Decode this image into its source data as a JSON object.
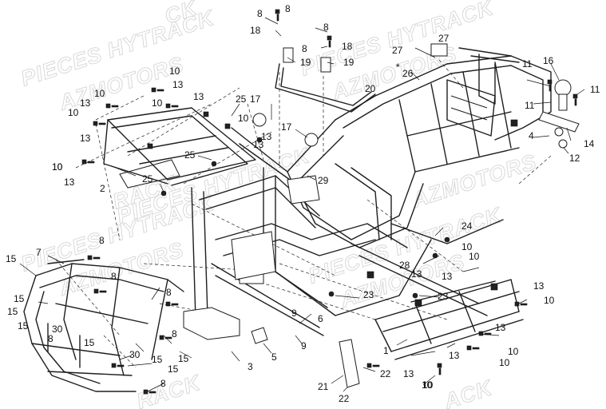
{
  "watermarks": [
    {
      "text": "PIECES HYTRACK"
    },
    {
      "text": "AZMOTORS"
    },
    {
      "text": "PIECES HYTRACK"
    },
    {
      "text": "AZMOTORS"
    },
    {
      "text": "PIECES HYTRACK"
    },
    {
      "text": "AZMOTORS"
    },
    {
      "text": "PIECES HYTRACK"
    },
    {
      "text": "AZMOTORS"
    },
    {
      "text": "PIECES HYTRACK"
    },
    {
      "text": "AZMOTORS"
    },
    {
      "text": "RACK"
    },
    {
      "text": "RACK"
    },
    {
      "text": "CK"
    },
    {
      "text": "ACK"
    }
  ],
  "callouts": [
    {
      "text": "8"
    },
    {
      "text": "8"
    },
    {
      "text": "18"
    },
    {
      "text": "8"
    },
    {
      "text": "8"
    },
    {
      "text": "18"
    },
    {
      "text": "19"
    },
    {
      "text": "19"
    },
    {
      "text": "27"
    },
    {
      "text": "27"
    },
    {
      "text": "*"
    },
    {
      "text": "26"
    },
    {
      "text": "16"
    },
    {
      "text": "11"
    },
    {
      "text": "11"
    },
    {
      "text": "11"
    },
    {
      "text": "10"
    },
    {
      "text": "13"
    },
    {
      "text": "10"
    },
    {
      "text": "13"
    },
    {
      "text": "13"
    },
    {
      "text": "10"
    },
    {
      "text": "10"
    },
    {
      "text": "13"
    },
    {
      "text": "10"
    },
    {
      "text": "25"
    },
    {
      "text": "17"
    },
    {
      "text": "10"
    },
    {
      "text": "20"
    },
    {
      "text": "13"
    },
    {
      "text": "17"
    },
    {
      "text": "13"
    },
    {
      "text": "4"
    },
    {
      "text": "14"
    },
    {
      "text": "12"
    },
    {
      "text": "10"
    },
    {
      "text": "13"
    },
    {
      "text": "2"
    },
    {
      "text": "25"
    },
    {
      "text": "25"
    },
    {
      "text": "29"
    },
    {
      "text": "24"
    },
    {
      "text": "7"
    },
    {
      "text": "8"
    },
    {
      "text": "15"
    },
    {
      "text": "8"
    },
    {
      "text": "10"
    },
    {
      "text": "28"
    },
    {
      "text": "10"
    },
    {
      "text": "13"
    },
    {
      "text": "13"
    },
    {
      "text": "13"
    },
    {
      "text": "10"
    },
    {
      "text": "8"
    },
    {
      "text": "23"
    },
    {
      "text": "23"
    },
    {
      "text": "15"
    },
    {
      "text": "15"
    },
    {
      "text": "15"
    },
    {
      "text": "9"
    },
    {
      "text": "6"
    },
    {
      "text": "30"
    },
    {
      "text": "8"
    },
    {
      "text": "15"
    },
    {
      "text": "8"
    },
    {
      "text": "9"
    },
    {
      "text": "1"
    },
    {
      "text": "13"
    },
    {
      "text": "10"
    },
    {
      "text": "13"
    },
    {
      "text": "10"
    },
    {
      "text": "5"
    },
    {
      "text": "15"
    },
    {
      "text": "30"
    },
    {
      "text": "15"
    },
    {
      "text": "3"
    },
    {
      "text": "15"
    },
    {
      "text": "13"
    },
    {
      "text": "10"
    },
    {
      "text": "22"
    },
    {
      "text": "21"
    },
    {
      "text": "22"
    },
    {
      "text": "10"
    },
    {
      "text": "8"
    }
  ]
}
